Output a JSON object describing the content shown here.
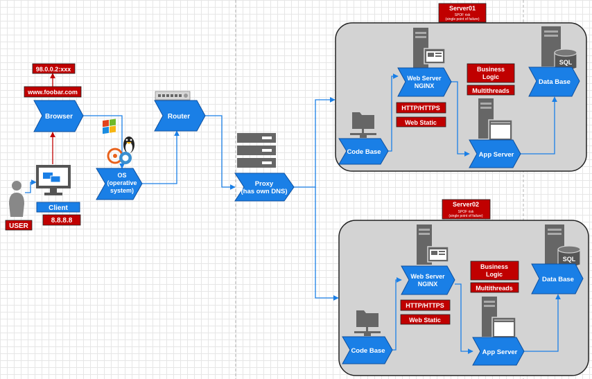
{
  "client": {
    "user_label": "USER",
    "client_label": "Client",
    "client_ip": "8.8.8.8"
  },
  "browser": {
    "label": "Browser",
    "domain": "www.foobar.com",
    "resolved_ip": "98.0.0.2:xxx"
  },
  "os": {
    "label_line1": "OS",
    "label_line2": "(operative",
    "label_line3": "system)"
  },
  "router": {
    "label": "Router"
  },
  "proxy": {
    "label_line1": "Proxy",
    "label_line2": "(has own DNS)"
  },
  "servers": [
    {
      "name": "Server01",
      "note_line1": "SPOF risk",
      "note_line2": "(single point of failure)",
      "web_server_line1": "Web Server",
      "web_server_line2": "NGINX",
      "protocol": "HTTP/HTTPS",
      "static": "Web Static",
      "business_line1": "Business",
      "business_line2": "Logic",
      "multithread": "Multithreads",
      "app_server": "App Server",
      "code_base": "Code Base",
      "database": "Data Base",
      "sql_label": "SQL"
    },
    {
      "name": "Server02",
      "note_line1": "SPOF risk",
      "note_line2": "(single point of failure)",
      "web_server_line1": "Web Server",
      "web_server_line2": "NGINX",
      "protocol": "HTTP/HTTPS",
      "static": "Web Static",
      "business_line1": "Business",
      "business_line2": "Logic",
      "multithread": "Multithreads",
      "app_server": "App Server",
      "code_base": "Code Base",
      "database": "Data Base",
      "sql_label": "SQL"
    }
  ],
  "colors": {
    "node_fill": "#1a7fe6",
    "node_stroke": "#0d4f9e",
    "label_fill": "#c00000",
    "flow_line": "#1a7fe6",
    "request_arrow": "#c00000",
    "server_panel": "#d3d3d3",
    "icon_gray": "#666666"
  }
}
